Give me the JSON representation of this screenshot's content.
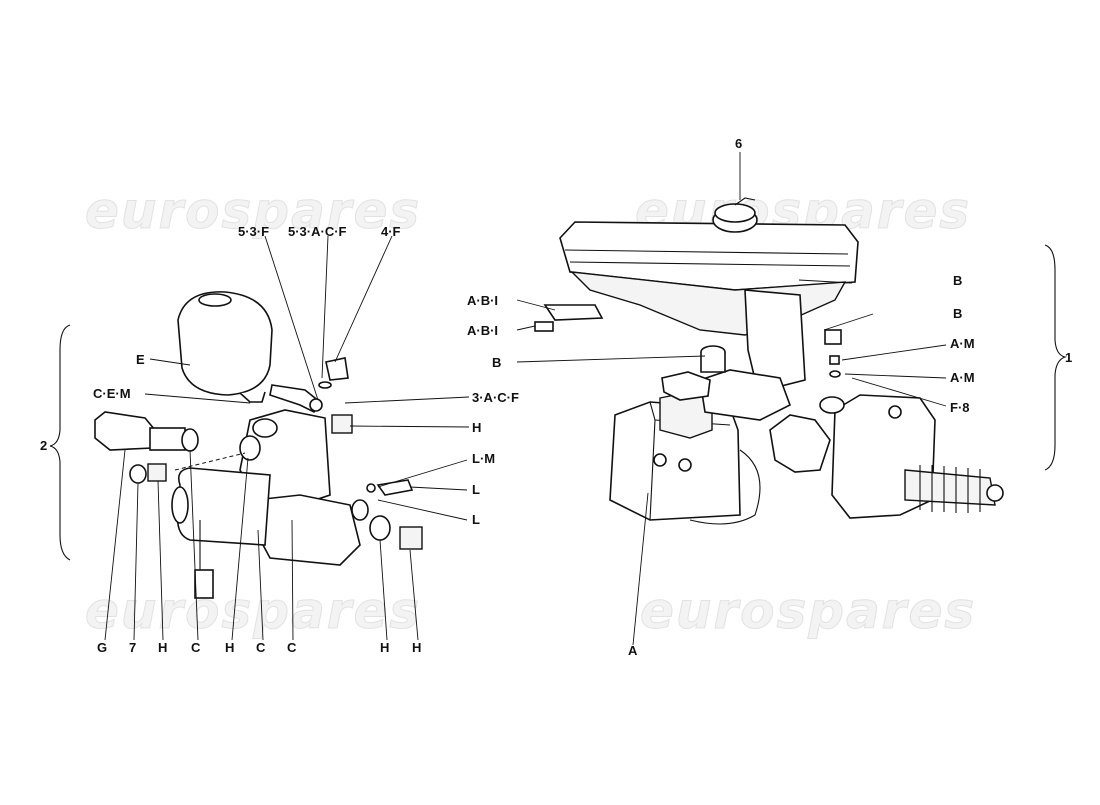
{
  "watermark": "eurospares",
  "groups": {
    "group1": "1",
    "group2": "2"
  },
  "labels": {
    "l6": "6",
    "l53f": "5·3·F",
    "l53acf": "5·3·A·C·F",
    "l4f": "4·F",
    "lE": "E",
    "lCEM": "C·E·M",
    "l3acf": "3·A·C·F",
    "lH1": "H",
    "lLM": "L·M",
    "lL1": "L",
    "lL2": "L",
    "lG": "G",
    "l7": "7",
    "lHb1": "H",
    "lCb1": "C",
    "lHb2": "H",
    "lCb2": "C",
    "lCb3": "C",
    "lHb3": "H",
    "lHb4": "H",
    "lB1": "B",
    "lB2": "B",
    "lB3": "B",
    "lABI1": "A·B·I",
    "lABI2": "A·B·I",
    "lAM1": "A·M",
    "lAM2": "A·M",
    "lF8": "F·8",
    "lA": "A"
  }
}
